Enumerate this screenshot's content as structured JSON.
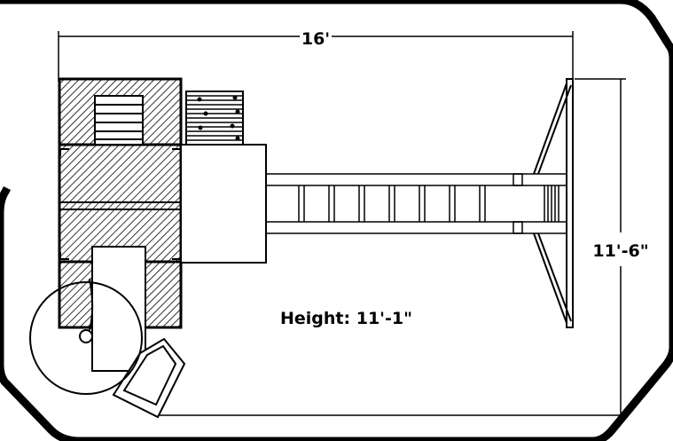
{
  "diagram": {
    "width_label": "16'",
    "depth_label": "11'-6\"",
    "height_label": "Height: 11'-1\""
  }
}
